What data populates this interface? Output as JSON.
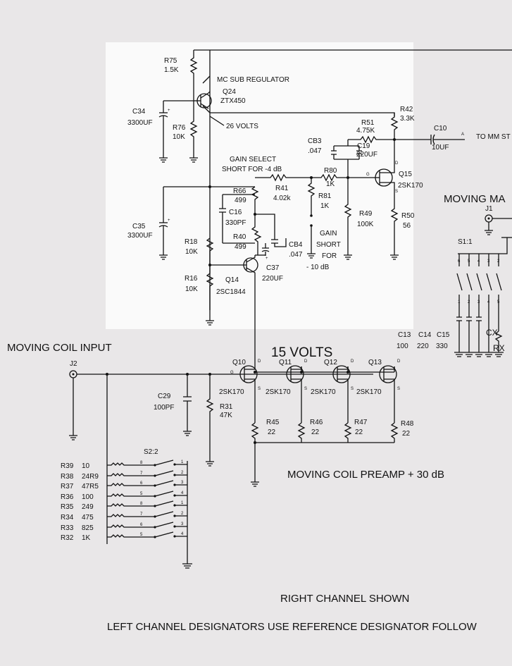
{
  "labels": {
    "mc_sub_regulator": "MC SUB REGULATOR",
    "v26": "26 VOLTS",
    "gain_select_1": "GAIN SELECT",
    "gain_select_2": "SHORT FOR -4 dB",
    "to_mm": "TO MM ST",
    "moving_ma": "MOVING  MA",
    "gain_short_1": "GAIN",
    "gain_short_2": "SHORT",
    "gain_short_3": "FOR",
    "gain_short_4": "- 10 dB",
    "v15": "15 VOLTS",
    "mc_input": "MOVING COIL INPUT",
    "preamp": "MOVING COIL PREAMP + 30 dB",
    "right_channel": "RIGHT CHANNEL SHOWN",
    "left_channel": "LEFT CHANNEL DESIGNATORS USE REFERENCE DESIGNATOR FOLLOW",
    "pin_a": "A",
    "pin_d": "D",
    "pin_g": "G",
    "pin_s": "S",
    "plus": "+"
  },
  "components": {
    "R75": {
      "ref": "R75",
      "value": "1.5K"
    },
    "Q24": {
      "ref": "Q24",
      "value": "ZTX450"
    },
    "C34": {
      "ref": "C34",
      "value": "3300UF"
    },
    "R76": {
      "ref": "R76",
      "value": "10K"
    },
    "R42": {
      "ref": "R42",
      "value": "3.3K"
    },
    "R51": {
      "ref": "R51",
      "value": "4.75K"
    },
    "CB3": {
      "ref": "CB3",
      "value": ".047"
    },
    "C19": {
      "ref": "C19",
      "value": "220UF"
    },
    "C10": {
      "ref": "C10",
      "value": "10UF"
    },
    "R80": {
      "ref": "R80",
      "value": "1K"
    },
    "R41": {
      "ref": "R41",
      "value": "4.02k"
    },
    "R81": {
      "ref": "R81",
      "value": "1K"
    },
    "Q15": {
      "ref": "Q15",
      "value": "2SK170"
    },
    "R66": {
      "ref": "R66",
      "value": "499"
    },
    "C16": {
      "ref": "C16",
      "value": "330PF"
    },
    "R40": {
      "ref": "R40",
      "value": "499"
    },
    "CB4": {
      "ref": "CB4",
      "value": ".047"
    },
    "C35": {
      "ref": "C35",
      "value": "3300UF"
    },
    "R49": {
      "ref": "R49",
      "value": "100K"
    },
    "R50": {
      "ref": "R50",
      "value": "56"
    },
    "R18": {
      "ref": "R18",
      "value": "10K"
    },
    "R16": {
      "ref": "R16",
      "value": "10K"
    },
    "Q14": {
      "ref": "Q14",
      "value": "2SC1844"
    },
    "C37": {
      "ref": "C37",
      "value": "220UF"
    },
    "J1": {
      "ref": "J1"
    },
    "S1": {
      "ref": "S1:1"
    },
    "C13": {
      "ref": "C13",
      "value": "100"
    },
    "C14": {
      "ref": "C14",
      "value": "220"
    },
    "C15": {
      "ref": "C15",
      "value": "330"
    },
    "CX": {
      "ref": "CX"
    },
    "RX": {
      "ref": "RX"
    },
    "J2": {
      "ref": "J2"
    },
    "Q10": {
      "ref": "Q10",
      "value": "2SK170"
    },
    "Q11": {
      "ref": "Q11",
      "value": "2SK170"
    },
    "Q12": {
      "ref": "Q12",
      "value": "2SK170"
    },
    "Q13": {
      "ref": "Q13",
      "value": "2SK170"
    },
    "C29": {
      "ref": "C29",
      "value": "100PF"
    },
    "R31": {
      "ref": "R31",
      "value": "47K"
    },
    "R45": {
      "ref": "R45",
      "value": "22"
    },
    "R46": {
      "ref": "R46",
      "value": "22"
    },
    "R47": {
      "ref": "R47",
      "value": "22"
    },
    "R48": {
      "ref": "R48",
      "value": "22"
    },
    "S2": {
      "ref": "S2:2"
    }
  },
  "load_resistors": [
    {
      "ref": "R39",
      "value": "10",
      "pin": "8",
      "npin": "1"
    },
    {
      "ref": "R38",
      "value": "24R9",
      "pin": "7",
      "npin": "2"
    },
    {
      "ref": "R37",
      "value": "47R5",
      "pin": "6",
      "npin": "3"
    },
    {
      "ref": "R36",
      "value": "100",
      "pin": "5",
      "npin": "4"
    },
    {
      "ref": "R35",
      "value": "249",
      "pin": "8",
      "npin": "1"
    },
    {
      "ref": "R34",
      "value": "475",
      "pin": "7",
      "npin": "2"
    },
    {
      "ref": "R33",
      "value": "825",
      "pin": "6",
      "npin": "3"
    },
    {
      "ref": "R32",
      "value": "1K",
      "pin": "5",
      "npin": "4"
    }
  ],
  "s1_pins_top": [
    "6",
    "5",
    "4",
    "3",
    "2"
  ],
  "s1_pins_bottom": [
    "1",
    "2",
    "3",
    "4",
    "5"
  ]
}
